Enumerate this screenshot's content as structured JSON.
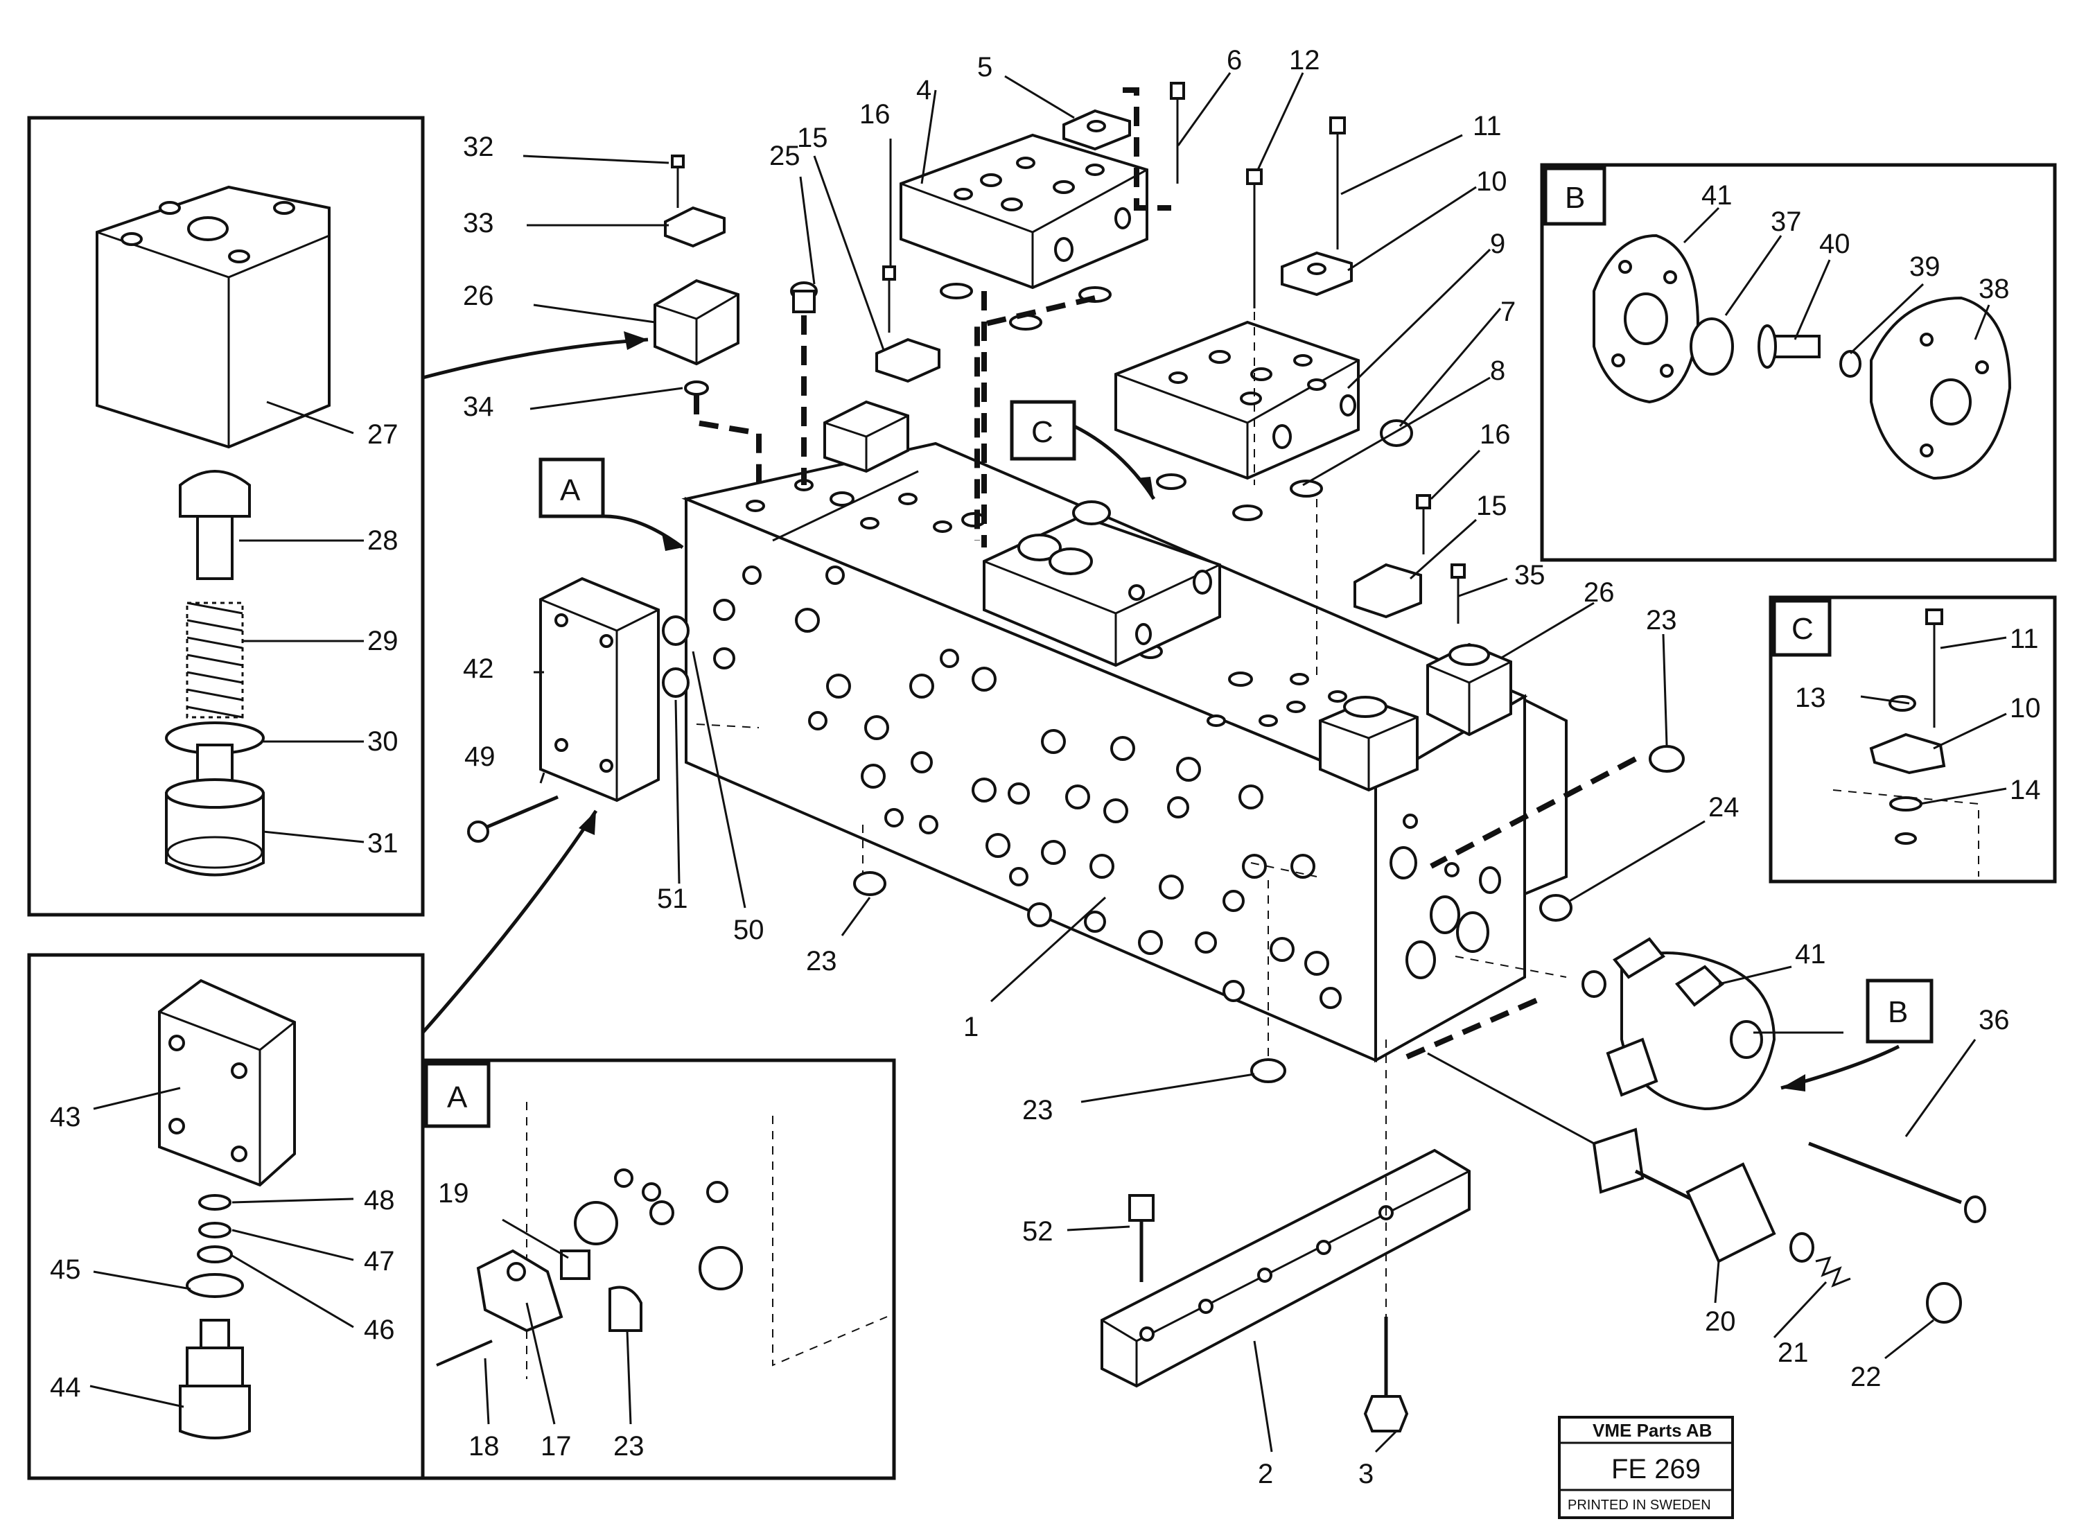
{
  "inset_letters": {
    "panel_A": "A",
    "panel_B": "B",
    "panel_C": "C",
    "callout_A": "A",
    "callout_B": "B",
    "callout_C": "C"
  },
  "part_numbers": {
    "p1": "1",
    "p2": "2",
    "p3": "3",
    "p4": "4",
    "p5": "5",
    "p6": "6",
    "p7": "7",
    "p8": "8",
    "p9": "9",
    "p10": "10",
    "p10c": "10",
    "p11": "11",
    "p11c": "11",
    "p12": "12",
    "p13": "13",
    "p14": "14",
    "p15a": "15",
    "p15b": "15",
    "p16a": "16",
    "p16b": "16",
    "p17": "17",
    "p18": "18",
    "p19": "19",
    "p20": "20",
    "p21": "21",
    "p22": "22",
    "p23a": "23",
    "p23b": "23",
    "p23c": "23",
    "p23d": "23",
    "p24": "24",
    "p25": "25",
    "p26a": "26",
    "p26b": "26",
    "p27": "27",
    "p28": "28",
    "p29": "29",
    "p30": "30",
    "p31": "31",
    "p32": "32",
    "p33": "33",
    "p34": "34",
    "p35": "35",
    "p36": "36",
    "p37": "37",
    "p38": "38",
    "p39": "39",
    "p40": "40",
    "p41a": "41",
    "p41b": "41",
    "p42": "42",
    "p43": "43",
    "p44": "44",
    "p45": "45",
    "p46": "46",
    "p47": "47",
    "p48": "48",
    "p49": "49",
    "p50": "50",
    "p51": "51",
    "p52": "52"
  },
  "title_block": {
    "company": "VME Parts AB",
    "drawing_number": "FE 269",
    "printed": "PRINTED IN SWEDEN"
  }
}
